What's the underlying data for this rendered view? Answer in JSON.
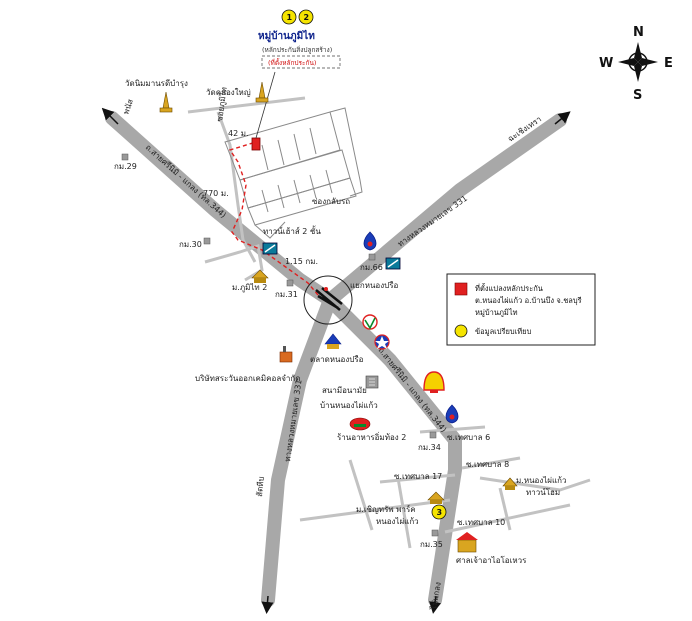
{
  "title": {
    "badges": [
      "1",
      "2"
    ],
    "name": "หมู่บ้านภูมิไท",
    "subtitle": "(หลักประกันสิ่งปลูกสร้าง)",
    "location_box": "(ที่ตั้งหลักประกัน)"
  },
  "compass": {
    "n": "N",
    "s": "S",
    "e": "E",
    "w": "W"
  },
  "roads": {
    "r1": "ถ.สายศรีนิมิ - แกลง (ทล.344)",
    "r2": "ถ.สายศรีนิมิ - แกลง (ทล.344)",
    "r3": "ทางหลวงหมายเลข 331",
    "r4": "ทางหลวงหมายเลข 331",
    "soi_phumthai": "ซอยภูมิไท",
    "soi6": "ซ.เทศบาล 6",
    "soi8": "ซ.เทศบาล 8",
    "soi17": "ซ.เทศบาล 17",
    "soi10": "ซ.เทศบาล 10",
    "to_nw": "พนัส",
    "to_ne": "ฉะเชิงเทรา",
    "to_s1": "สัตหีบ",
    "to_s2": "ไปแกลง"
  },
  "places": {
    "wat1": "วัดนิมมานรดีบำรุง",
    "wat2": "วัดคลองใหญ่",
    "soi_end": "ซ่องกลับรถ",
    "tower": "ทาวน์เฮ้าส์ 2 ชั้น",
    "moo_phumthai2": "ม.ภูมิไท 2",
    "junction": "แยกหนองปรือ",
    "market": "ตลาดหนองปรือ",
    "company": "บริษัทสระวันออกเคมิคอลจำกัด",
    "stadium1": "สนามีอนามัย",
    "stadium2": "บ้านหนองไผ่แก้ว",
    "restaurant": "ร้านอาหารอิ่มท้อง 2",
    "moo_hnong1": "ม.หนองไผ่แก้ว",
    "moo_hnong2": "ทาวน์โฮม",
    "moo_chenthon1": "ม.เชิญทรัพ พาร์ค",
    "moo_chenthon2": "หนองไผ่แก้ว",
    "shrine": "ศาลเจ้าอาไอโอเหวร"
  },
  "km_markers": [
    "กม.29",
    "กม.30",
    "กม.31",
    "กม.66",
    "กม.34",
    "กม.35"
  ],
  "distances": {
    "d1": "42 ม.",
    "d2": "770 ม.",
    "d3": "1.15 กม."
  },
  "point3": "3",
  "legend": {
    "red_line1": "ที่ตั้งแปลงหลักประกัน",
    "red_line2": "ต.หนองไผ่แก้ว อ.บ้านบึง จ.ชลบุรี",
    "red_line3": "หมู่บ้านภูมิไท",
    "yellow": "ข้อมูลเปรียบเทียบ"
  },
  "colors": {
    "road": "#a8a8a8",
    "soi": "#bdbdbd",
    "block_outline": "#8a8a8a",
    "red_marker": "#e02020",
    "yellow_marker": "#f5e400",
    "title_blue": "#0a1f8a"
  },
  "icons": {
    "temple": "temple-icon",
    "km": "km-post-icon",
    "gas": "gas-station-icon",
    "bank": "bank-icon",
    "shell": "shell-logo-icon",
    "caltex": "caltex-logo-icon",
    "house": "house-icon",
    "compass": "compass-rose-icon"
  }
}
